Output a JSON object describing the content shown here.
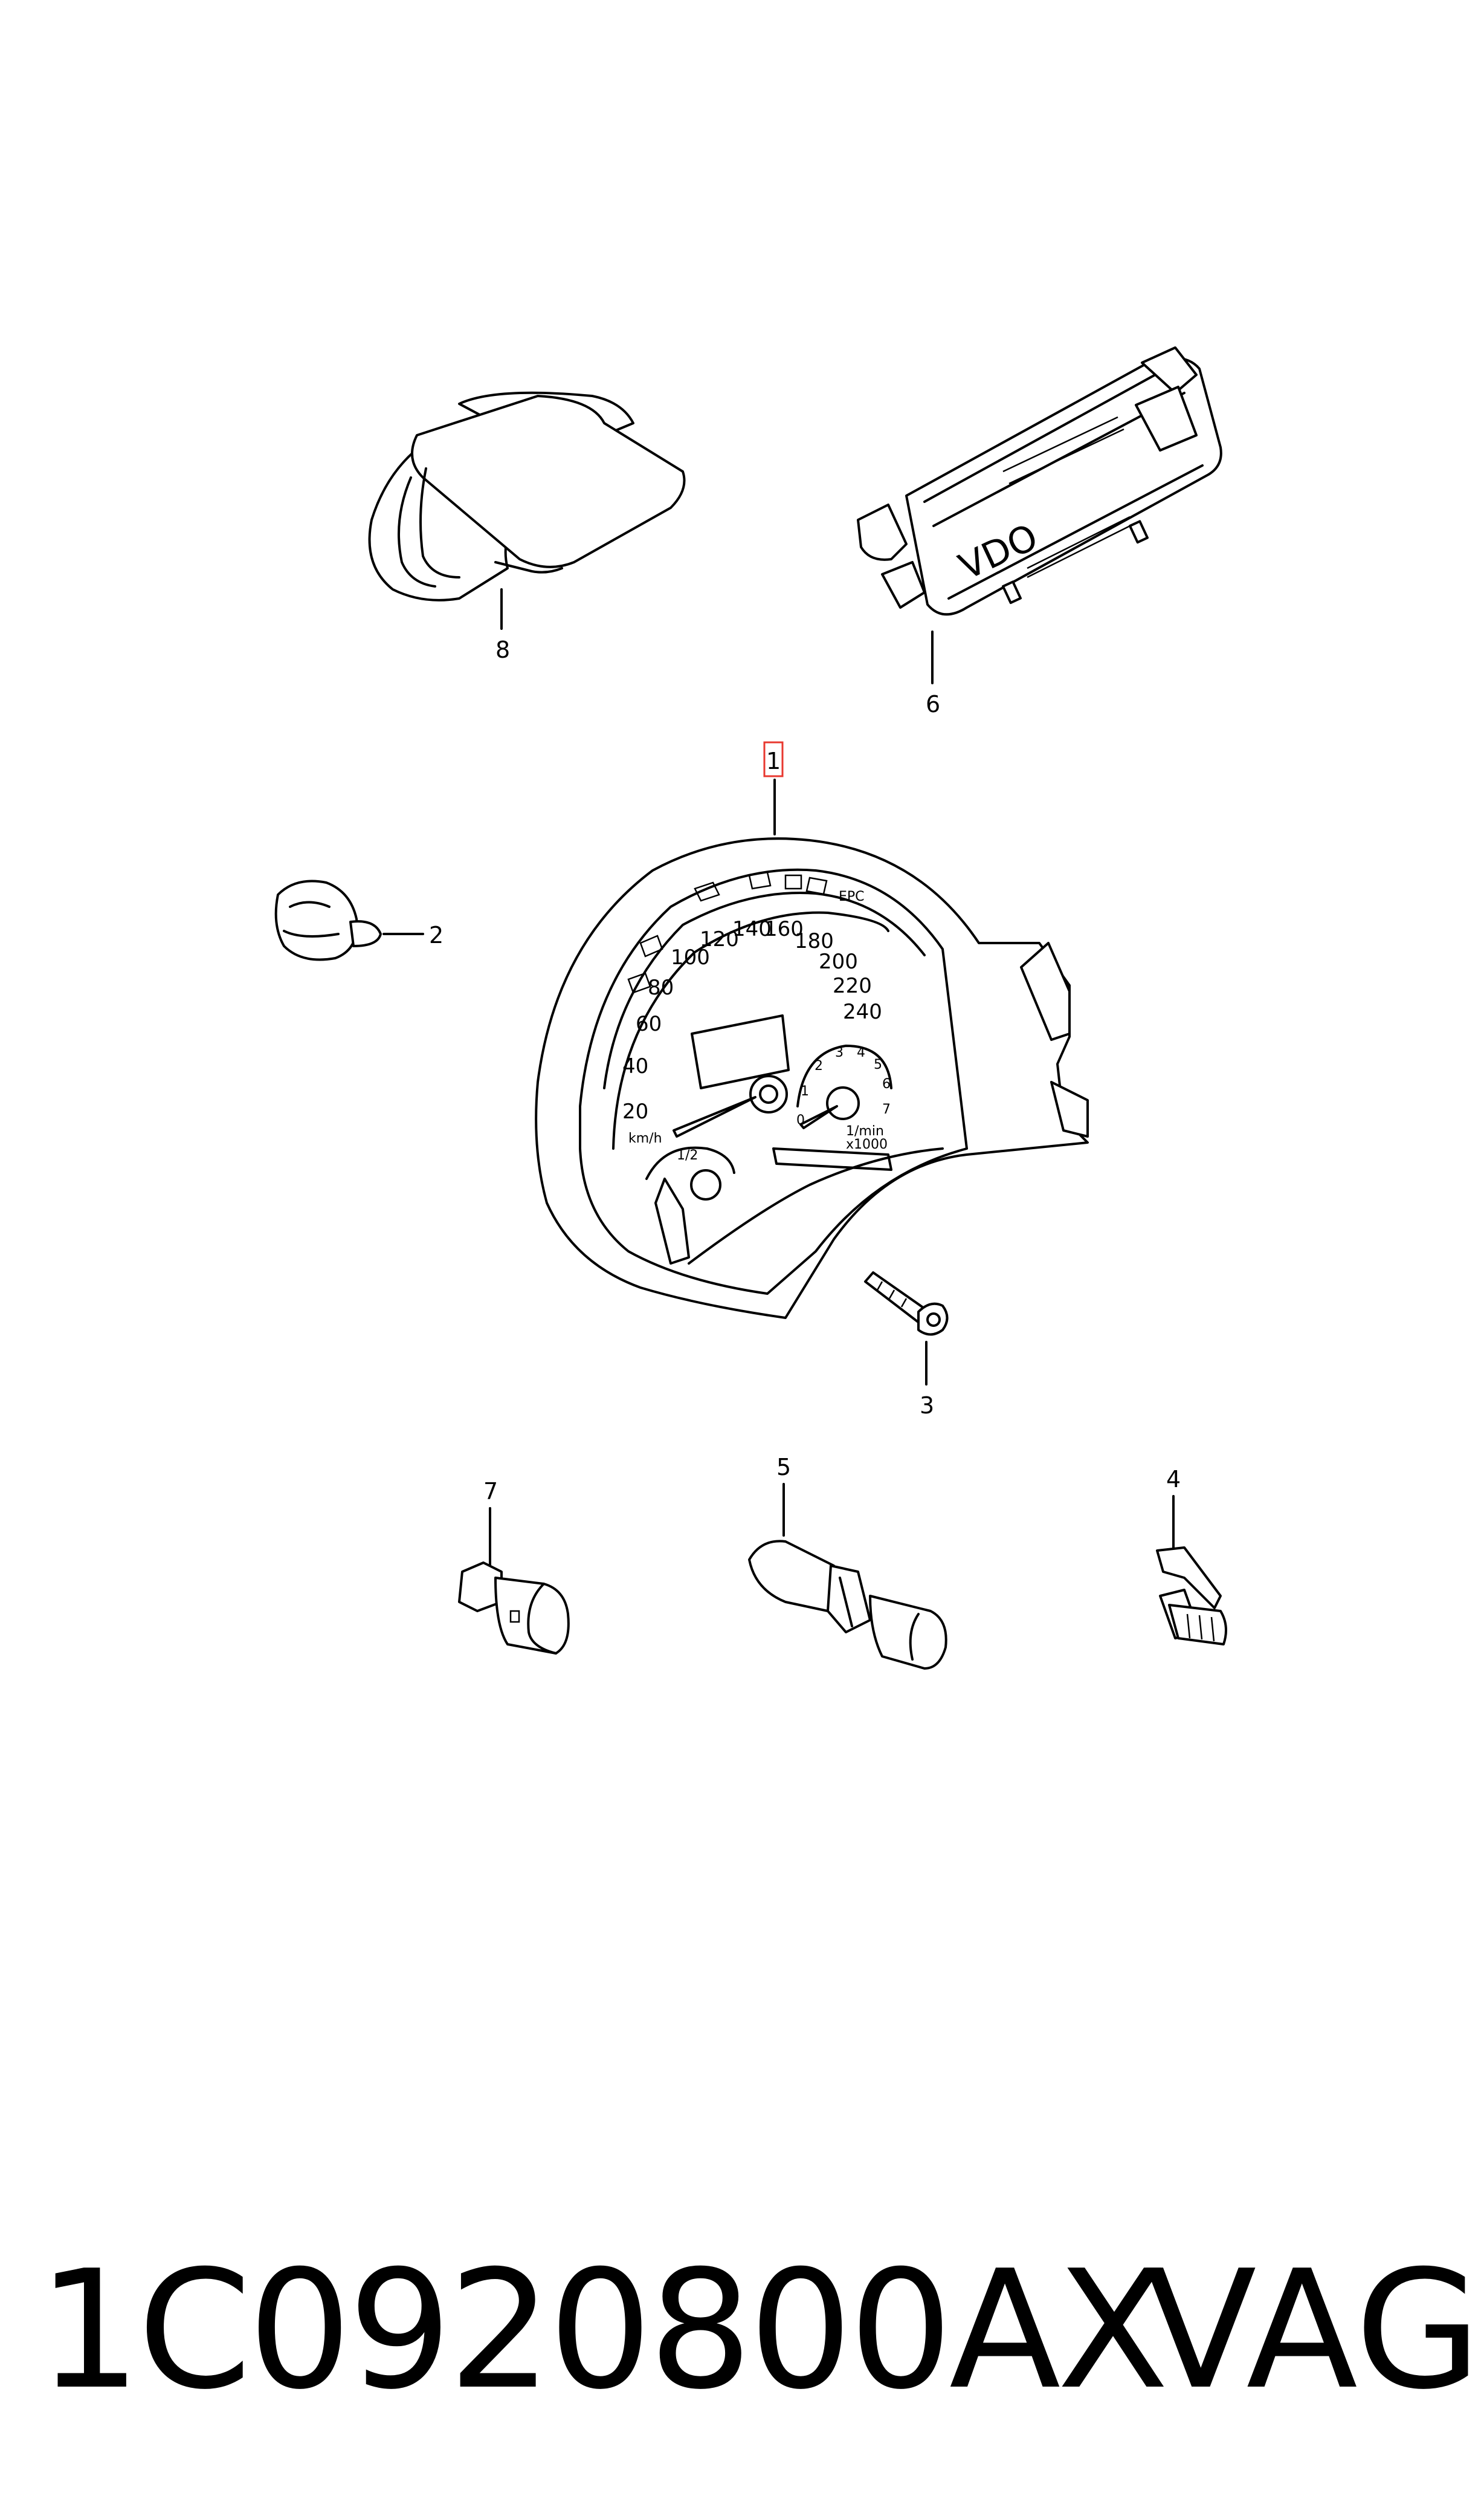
{
  "callouts": {
    "c1": "1",
    "c2": "2",
    "c3": "3",
    "c4": "4",
    "c5": "5",
    "c6": "6",
    "c7": "7",
    "c8": "8"
  },
  "dial": {
    "speed_ticks": [
      "20",
      "40",
      "60",
      "80",
      "100",
      "120",
      "140",
      "160",
      "180",
      "200",
      "220",
      "240"
    ],
    "speed_unit": "km/h",
    "rpm_ticks": [
      "0",
      "1",
      "2",
      "3",
      "4",
      "5",
      "6",
      "7"
    ],
    "rpm_unit_line1": "1/min",
    "rpm_unit_line2": "x1000",
    "fuel_half": "1/2",
    "epc_label": "EPC"
  },
  "module_brand": "VDO",
  "footer": {
    "part_number": "1C0920800AX",
    "brand": "VAG"
  },
  "colors": {
    "highlight_box": "#e8382f",
    "line": "#000000",
    "background": "#ffffff"
  }
}
